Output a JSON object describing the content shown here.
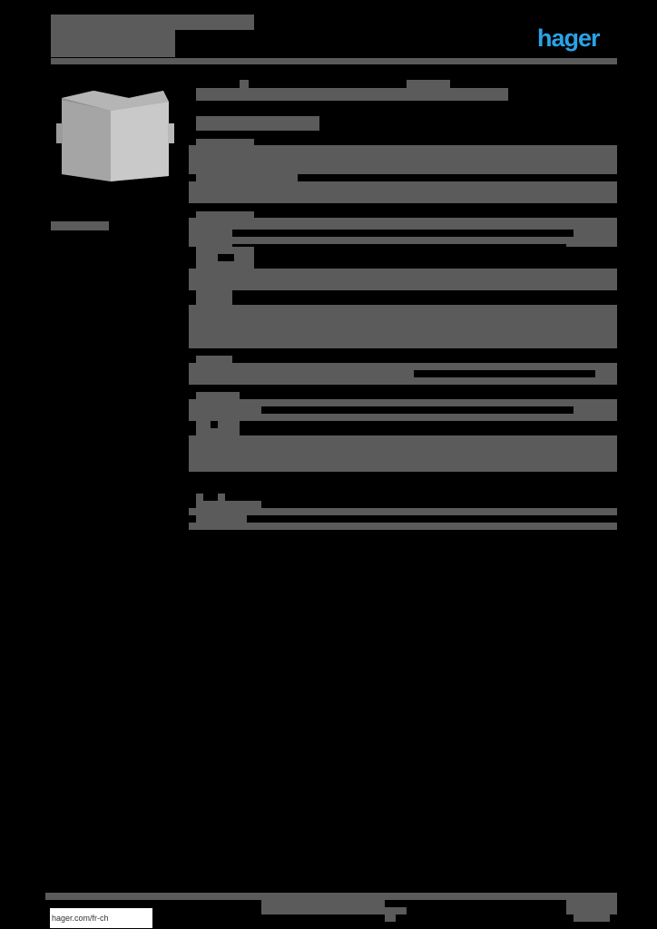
{
  "document": {
    "type": "product-datasheet",
    "redacted": true,
    "mask_color": "#5a5b5a",
    "background_color": "#000000"
  },
  "header": {
    "title_lines": [
      "",
      ""
    ],
    "logo_text": "hager",
    "logo_color": "#2aa3e6"
  },
  "product": {
    "image": "corner-trunking-fitting",
    "title": "",
    "subtitle": "",
    "sections": [
      {
        "label": "",
        "rows": 2
      },
      {
        "label": "",
        "rows": 3
      },
      {
        "label": "",
        "rows": 2
      },
      {
        "label": "",
        "rows": 4
      },
      {
        "label": "",
        "rows": 1
      },
      {
        "label": "",
        "rows": 2
      },
      {
        "label": "",
        "rows": 2
      },
      {
        "label": "",
        "rows": 2
      }
    ]
  },
  "sidebar": {
    "label": ""
  },
  "footer": {
    "link_text": "hager.com/fr-ch",
    "center_text": "",
    "page_number": ""
  }
}
